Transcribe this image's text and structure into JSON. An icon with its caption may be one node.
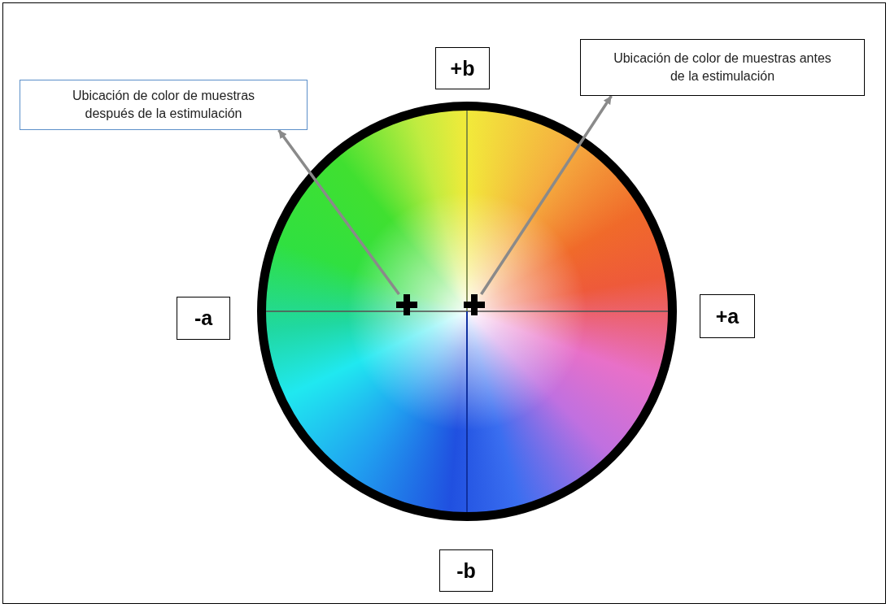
{
  "diagram": {
    "nodes": [
      {
        "text": [
          "Ubicación de color de muestras después de la estimulación"
        ]
      },
      {
        "text": [
          "+b"
        ]
      },
      {
        "text": [
          "Ubicación de color de muestras antes de la estimulación"
        ]
      },
      {
        "text": [
          "-a"
        ]
      },
      {
        "text": [],
        "shape": "cross"
      },
      {
        "text": [],
        "shape": "cross"
      },
      {
        "text": [
          "+a"
        ]
      },
      {
        "text": [
          "-b"
        ]
      }
    ],
    "edges": [
      {
        "from": 4,
        "to": 0,
        "arrow": "to"
      },
      {
        "from": 5,
        "to": 2,
        "arrow": "to"
      }
    ]
  }
}
